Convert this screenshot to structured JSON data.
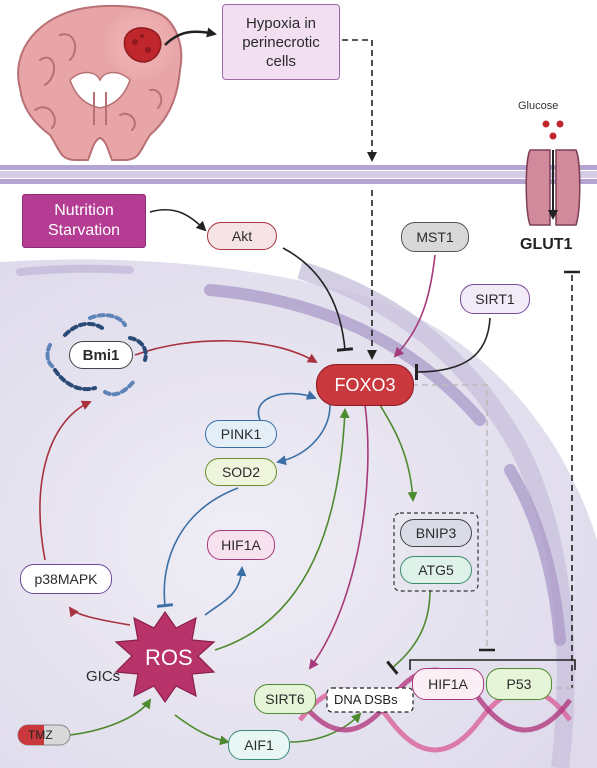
{
  "hypoxia": "Hypoxia in perinecrotic cells",
  "glucose": "Glucose",
  "glut1": "GLUT1",
  "nutrition": "Nutrition Starvation",
  "akt": "Akt",
  "mst1": "MST1",
  "sirt1": "SIRT1",
  "bmi1": "Bmi1",
  "foxo3": "FOXO3",
  "pink1": "PINK1",
  "sod2": "SOD2",
  "hif1a_top": "HIF1A",
  "bnip3": "BNIP3",
  "atg5": "ATG5",
  "p38mapk": "p38MAPK",
  "ros": "ROS",
  "gics": "GICs",
  "tmz": "TMZ",
  "sirt6": "SIRT6",
  "dna_dsbs": "DNA DSBs",
  "hif1a_bottom": "HIF1A",
  "p53": "P53",
  "aif1": "AIF1",
  "colors": {
    "membrane": "#a99ac8",
    "cell": "#e9e6f1",
    "nucleus": "#d9d4e8",
    "foxo3": "#c9383d",
    "nutrition": "#b43c93",
    "ros": "#b8336a",
    "activation_red": "#a8323d",
    "activation_green": "#4e8a2f",
    "activation_blue": "#3a6fa6",
    "activation_magenta": "#a63a7a"
  }
}
